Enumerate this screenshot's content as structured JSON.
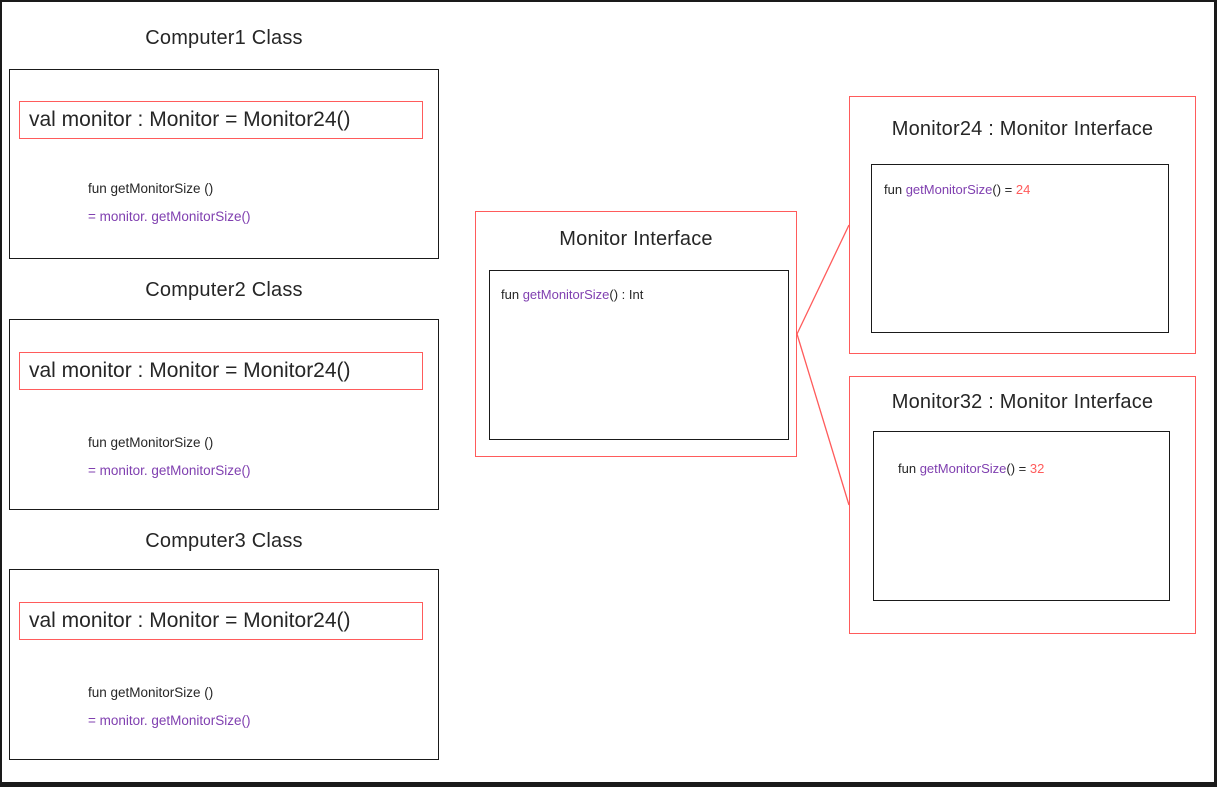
{
  "colors": {
    "red": "#ff5b5b",
    "purple": "#8040b0",
    "ink": "#262626"
  },
  "computers": [
    {
      "title": "Computer1 Class",
      "val_line": "val monitor : Monitor = Monitor24()",
      "fun_line": "fun getMonitorSize ()",
      "body_line": "= monitor. getMonitorSize()"
    },
    {
      "title": "Computer2 Class",
      "val_line": "val monitor : Monitor = Monitor24()",
      "fun_line": "fun getMonitorSize ()",
      "body_line": "= monitor. getMonitorSize()"
    },
    {
      "title": "Computer3 Class",
      "val_line": "val monitor : Monitor = Monitor24()",
      "fun_line": "fun getMonitorSize ()",
      "body_line": "= monitor. getMonitorSize()"
    }
  ],
  "interface_box": {
    "title": "Monitor Interface",
    "code_fun": "fun ",
    "code_name": "getMonitorSize",
    "code_rest": "() : Int"
  },
  "implementations": [
    {
      "title": "Monitor24 : Monitor Interface",
      "code_fun": "fun ",
      "code_name": "getMonitorSize",
      "code_eq": "() = ",
      "code_value": "24"
    },
    {
      "title": "Monitor32 : Monitor Interface",
      "code_fun": "fun ",
      "code_name": "getMonitorSize",
      "code_eq": "() = ",
      "code_value": "32"
    }
  ]
}
